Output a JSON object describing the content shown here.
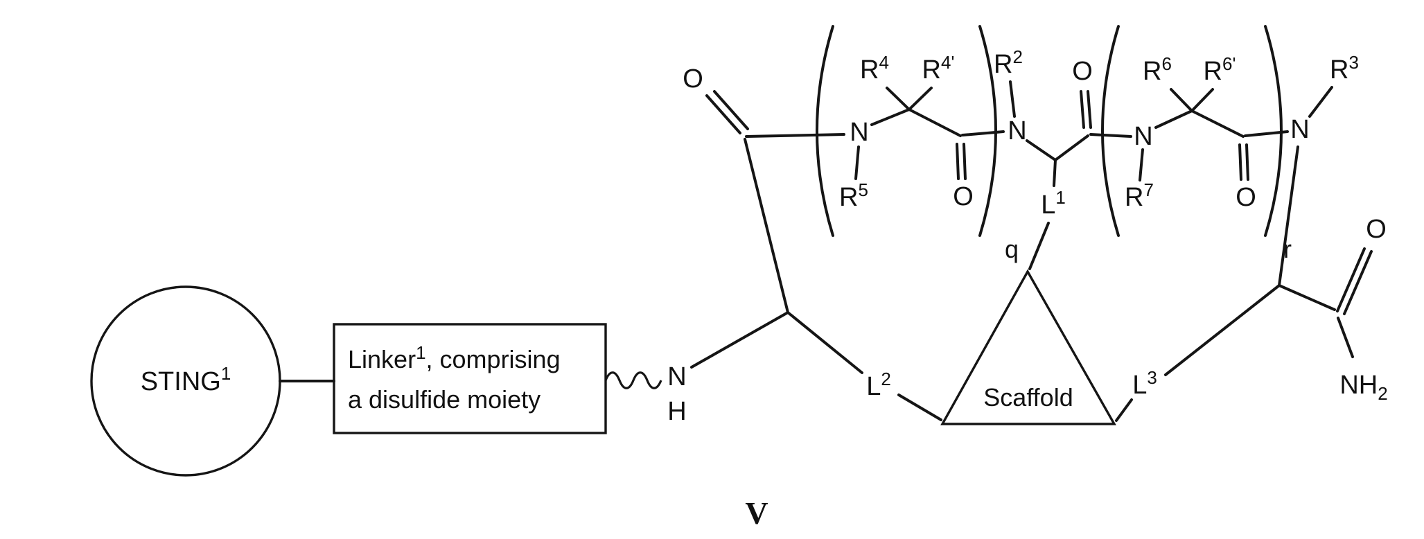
{
  "figure": {
    "formula_label": "V"
  },
  "sting": {
    "name": "STING",
    "sup": "1"
  },
  "linker_box": {
    "line1_pre": "Linker",
    "line1_sup": "1",
    "line1_post": ", comprising",
    "line2": "a disulfide moiety"
  },
  "attachment": {
    "n": "N",
    "h": "H"
  },
  "atoms": {
    "o_amide_left": "O",
    "n_bracket_q": "N",
    "o_bracket_q": "O",
    "n_central": "N",
    "o_central": "O",
    "n_bracket_r": "N",
    "o_bracket_r": "O",
    "n_right": "N",
    "o_amide_right": "O"
  },
  "substituents": {
    "r2": {
      "base": "R",
      "sup": "2"
    },
    "r3": {
      "base": "R",
      "sup": "3"
    },
    "r4": {
      "base": "R",
      "sup": "4"
    },
    "r4_prime": {
      "base": "R",
      "sup": "4'"
    },
    "r5": {
      "base": "R",
      "sup": "5"
    },
    "r6": {
      "base": "R",
      "sup": "6"
    },
    "r6_prime": {
      "base": "R",
      "sup": "6'"
    },
    "r7": {
      "base": "R",
      "sup": "7"
    }
  },
  "linkers": {
    "l1": {
      "base": "L",
      "sup": "1"
    },
    "l2": {
      "base": "L",
      "sup": "2"
    },
    "l3": {
      "base": "L",
      "sup": "3"
    }
  },
  "repeats": {
    "q": "q",
    "r": "r"
  },
  "scaffold": {
    "label": "Scaffold"
  },
  "terminal_amide": {
    "base": "NH",
    "sub": "2"
  }
}
